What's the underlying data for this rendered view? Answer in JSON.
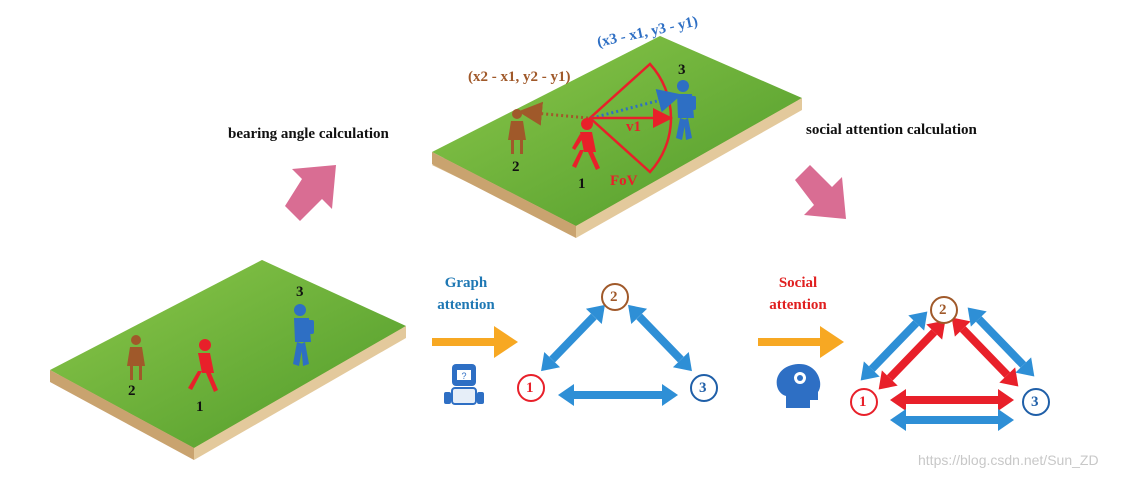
{
  "labels": {
    "bearing": "bearing angle calculation",
    "social_calc": "social attention calculation",
    "graph_line1": "Graph",
    "graph_line2": "attention",
    "social_line1": "Social",
    "social_line2": "attention"
  },
  "top_scene": {
    "coord2": "(x2 - x1, y2 - y1)",
    "coord3": "(x3 - x1, y3 - y1)",
    "v1": "v1",
    "fov": "FoV",
    "p1": "1",
    "p2": "2",
    "p3": "3"
  },
  "bottom_scene": {
    "p1": "1",
    "p2": "2",
    "p3": "3"
  },
  "graph_nodes": {
    "n1": "1",
    "n2": "2",
    "n3": "3"
  },
  "social_nodes": {
    "n1": "1",
    "n2": "2",
    "n3": "3"
  },
  "watermark": "https://blog.csdn.net/Sun_ZD",
  "colors": {
    "grass": "#6fb33a",
    "blue": "#2e8fd6",
    "red": "#e8202a",
    "brown": "#a0592a",
    "orange": "#f7a823",
    "pink": "#d96d93"
  }
}
